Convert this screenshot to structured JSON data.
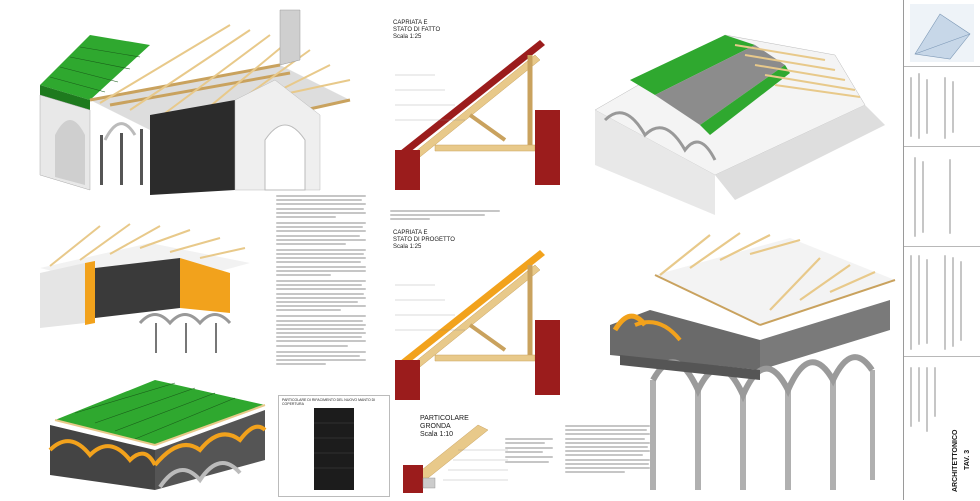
{
  "sections": {
    "existing_truss": {
      "title_line1": "CAPRIATA  E",
      "title_line2": "STATO DI FATTO",
      "scale": "Scala 1:25"
    },
    "project_truss": {
      "title_line1": "CAPRIATA  E",
      "title_line2": "STATO DI PROGETTO",
      "scale": "Scala 1:25"
    },
    "gutter_detail": {
      "title_line1": "PARTICOLARE",
      "title_line2": "GRONDA",
      "scale": "Scala 1:10"
    },
    "bottom_caption": "PARTICOLARE DI RIFACIMENTO DEL NUOVO MANTO DI COPERTURA"
  },
  "colors": {
    "timber": "#e8c98a",
    "timber_dark": "#c9a25e",
    "roof_green": "#2fa82f",
    "steel_orange": "#f2a21c",
    "masonry_red": "#9b1c1c",
    "vault_grey": "#8a8a8a"
  },
  "title_block": {
    "firm": "ARCHITETTONICO",
    "sheet": "TAV. 3"
  }
}
